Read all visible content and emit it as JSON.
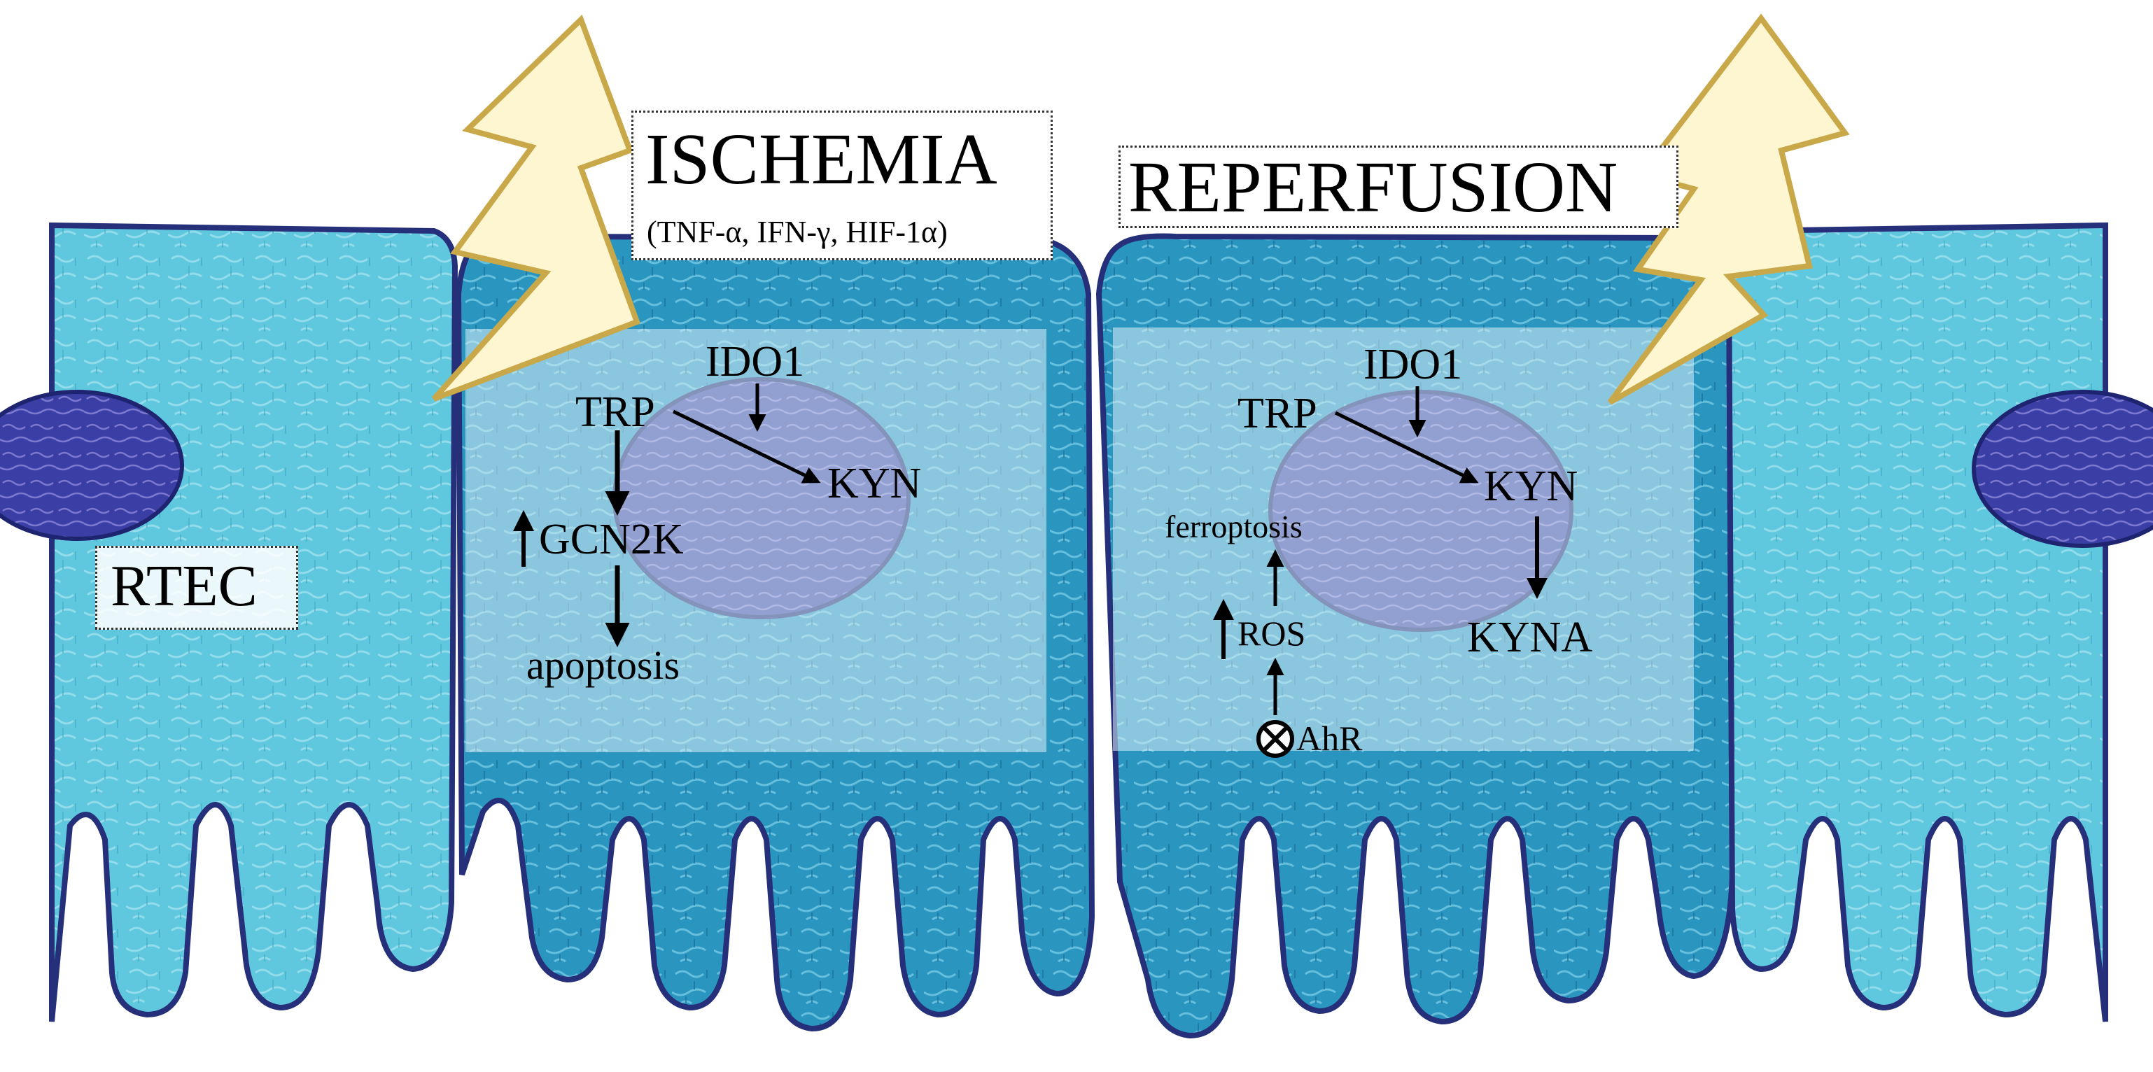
{
  "labels": {
    "ischemia_title": "ISCHEMIA",
    "ischemia_subtitle": "(TNF-α, IFN-γ, HIF-1α)",
    "reperfusion_title": "REPERFUSION",
    "rtec": "RTEC"
  },
  "ischemia_pathway": {
    "ido1": "IDO1",
    "trp": "TRP",
    "kyn": "KYN",
    "gcn2k": "GCN2K",
    "apoptosis": "apoptosis"
  },
  "reperfusion_pathway": {
    "ido1": "IDO1",
    "trp": "TRP",
    "kyn": "KYN",
    "kyna": "KYNA",
    "ferroptosis": "ferroptosis",
    "ros": "ROS",
    "ahr": "AhR"
  },
  "colors": {
    "cell_light": "#5cc6dd",
    "cell_dark": "#2a94bf",
    "membrane": "#26307a",
    "nucleus": "#3a3ea0",
    "nucleus_inner": "#b7a6e0",
    "overlay": "#cfe9f2",
    "bolt_fill": "#fdf6d0",
    "bolt_stroke": "#c9a84a"
  }
}
